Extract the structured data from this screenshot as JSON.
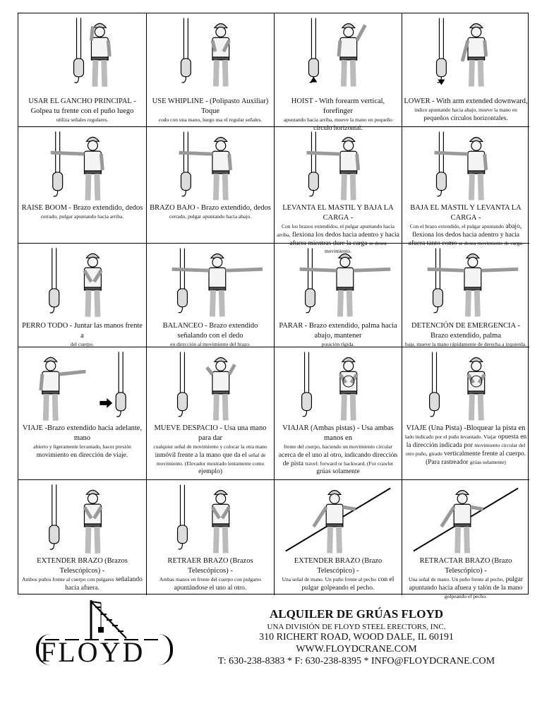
{
  "cells": [
    {
      "title": "USAR EL GANCHO PRINCIPAL",
      "text": "- Golpea tu frente con el puño luego",
      "text2": "utiliza señales regulares."
    },
    {
      "title": "USE WHIPLINE",
      "text": "- (Polipasto Auxiliar) Toque",
      "text2": "codo con una mano, luego usa el regular señales."
    },
    {
      "title": "HOIST",
      "text": "- With forearm vertical, forefinger",
      "text2": "apuntando hacia arriba, mueve la mano en pequeño",
      "text3": "círculo horizontal."
    },
    {
      "title": "LOWER",
      "text": "- With arm extended downward,",
      "text2": "índice apuntando hacia abajo, mueve la mano en",
      "text3": "pequeños círculos horizontales."
    },
    {
      "title": "RAISE BOOM",
      "text": "- Brazo extendido, dedos",
      "text2": "cerrado, pulgar apuntando hacia arriba."
    },
    {
      "title": "BRAZO BAJO",
      "text": "- Brazo extendido, dedos",
      "text2": "cerrado, pulgar apuntando hacia abajo."
    },
    {
      "title": "LEVANTA EL MASTIL Y BAJA LA CARGA",
      "text": "-",
      "text2": "Con los brazos extendidos, el pulgar apuntando hacia arriba,",
      "text3": "flexiona los dedos hacia adentro y hacia afuera mientras dure la carga",
      "text4": "se desea movimiento."
    },
    {
      "title": "BAJA EL MASTIL Y LEVANTA LA CARGA",
      "text": "-",
      "text2": "Con el brazo extendido, el pulgar apuntando",
      "text3": "abajo, flexiona los dedos hacia adentro y hacia afuera tanto como",
      "text4": "se desea movimiento de carga."
    },
    {
      "title": "PERRO TODO",
      "text": "- Juntar las manos frente a",
      "text2": "del cuerpo."
    },
    {
      "title": "BALANCEO",
      "text": "- Brazo extendido señalando con el dedo",
      "text2": "en dirección al movimiento del brazo."
    },
    {
      "title": "PARAR",
      "text": "- Brazo extendido, palma hacia abajo, mantener",
      "text2": "posición rígida."
    },
    {
      "title": "DETENCIÓN DE EMERGENCIA",
      "text": "- Brazo extendido, palma",
      "text2": "baja, mueve la mano rápidamente de derecha a izquierda."
    },
    {
      "title": "VIAJE",
      "text": "-Brazo extendido hacia adelante, mano",
      "text2": "abierto y ligeramente levantado, hacer presión",
      "text3": "movimiento en dirección de viaje."
    },
    {
      "title": "MUEVE DESPACIO",
      "text": "- Usa una mano para dar",
      "text2": "cualquier señal de movimiento y colocar la otra mano",
      "text3": "inmóvil frente a la mano que da el",
      "text4": "señal de movimiento. (Elevador mostrado lentamente como",
      "text5": "ejemplo)"
    },
    {
      "title": "VIAJAR",
      "text": "(Ambas pistas) - Usa ambas manos en",
      "text2": "frente del cuerpo, haciendo un movimiento circular",
      "text3": "acerca de el uno al otro, indicando dirección de pista",
      "text4": "travel: forward or backward. (For crawler",
      "text5": "grúas solamente"
    },
    {
      "title": "VIAJE",
      "text": "(Una Pista) -Bloquear la pista en",
      "text2": "lado indicado por el puño levantado. Viajar",
      "text3": "opuesta en la dirección indicada por",
      "text4": "movimiento circular del otro puño, girado",
      "text5": "verticalmente frente al cuerpo. (Para rastreador",
      "text6": "grúas solamente)"
    },
    {
      "title": "EXTENDER BRAZO",
      "text": "(Brazos Telescópicos) -",
      "text2": "Ambos puños frente al cuerpo con pulgares",
      "text3": "señalando hacia afuera."
    },
    {
      "title": "RETRAER BRAZO",
      "text": "(Brazos Telescópicos) -",
      "text2": "Ambas manos en frente del cuerpo con pulgares",
      "text3": "apuntándose el uno al otro."
    },
    {
      "title": "EXTENDER BRAZO",
      "text": "(Brazo Telescópico) -",
      "text2": "Una señal de mano. Un puño frente al pecho",
      "text3": "con el pulgar golpeando el pecho."
    },
    {
      "title": "RETRACTAR BRAZO",
      "text": "(Brazo Telescópico) -",
      "text2": "Una señal de mano. Un puño frente al pecho,",
      "text3": "pulgar apuntando hacia afuera y talón de la mano",
      "text4": "golpeando el pecho."
    }
  ],
  "footer": {
    "logo_text": "FLOYD",
    "company_name": "ALQUILER DE GRÚAS FLOYD",
    "division": "UNA DIVISIÓN DE FLOYD STEEL ERECTORS, INC.",
    "address": "310 RICHERT ROAD, WOOD DALE, IL 60191",
    "website": "WWW.FLOYDCRANE.COM",
    "contact": "T: 630-238-8383 * F: 630-238-8395 * INFO@FLOYDCRANE.COM"
  }
}
